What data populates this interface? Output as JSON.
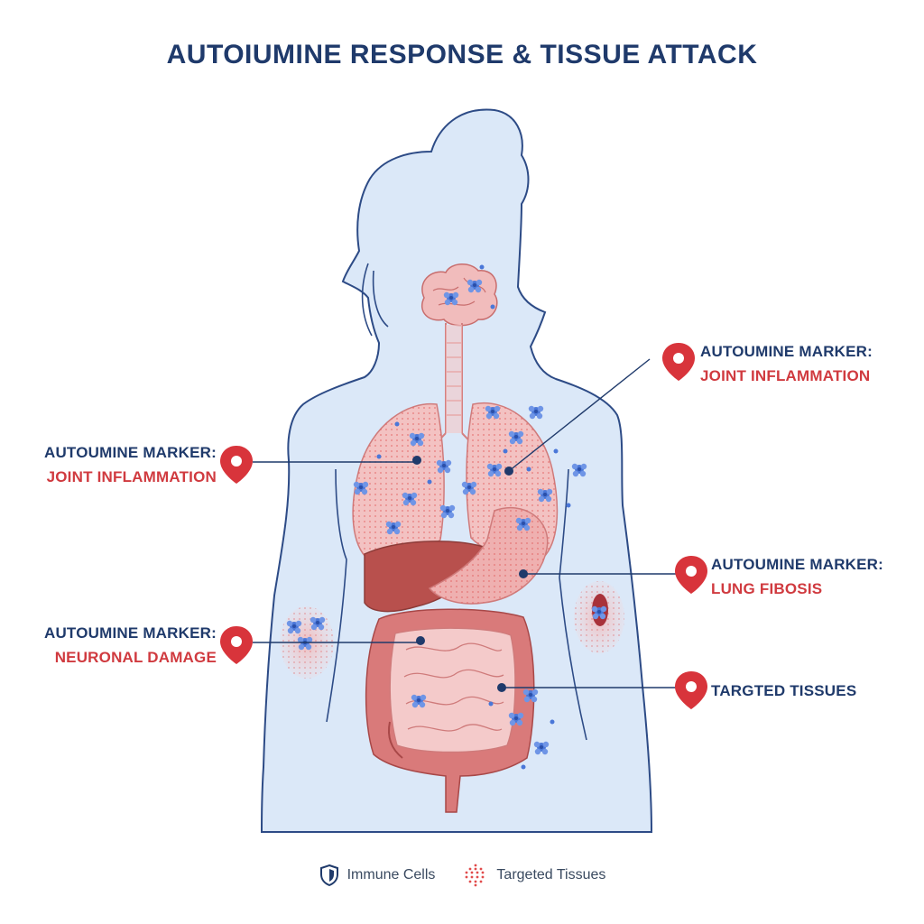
{
  "title": "AUTOIUMINE RESPONSE & TISSUE ATTACK",
  "callouts": [
    {
      "id": "right-top",
      "line1": "AUTOUMINE MARKER:",
      "line2": "JOINT INFLAMMATION"
    },
    {
      "id": "left-top",
      "line1": "AUTOUMINE MARKER:",
      "line2": "JOINT INFLAMMATION"
    },
    {
      "id": "right-middle",
      "line1": "AUTOUMINE MARKER:",
      "line2": "LUNG FIBOSIS"
    },
    {
      "id": "left-bottom",
      "line1": "AUTOUMINE MARKER:",
      "line2": "NEURONAL DAMAGE"
    },
    {
      "id": "right-bottom",
      "line1": "TARGTED TISSUES",
      "line2": ""
    }
  ],
  "legend": [
    {
      "icon": "shield-icon",
      "label": "Immune Cells"
    },
    {
      "icon": "dotted-tissue-icon",
      "label": "Targeted Tissues"
    }
  ],
  "colors": {
    "title": "#1f3a6b",
    "marker_text": "#1f3a6b",
    "condition_text": "#d03a3f",
    "pin": "#d8343b",
    "body_fill": "#dbe8f8",
    "body_outline": "#2d4b86",
    "immune_cell": "#4a77d8",
    "organ": "#e59a9a",
    "liver": "#b8504d"
  }
}
